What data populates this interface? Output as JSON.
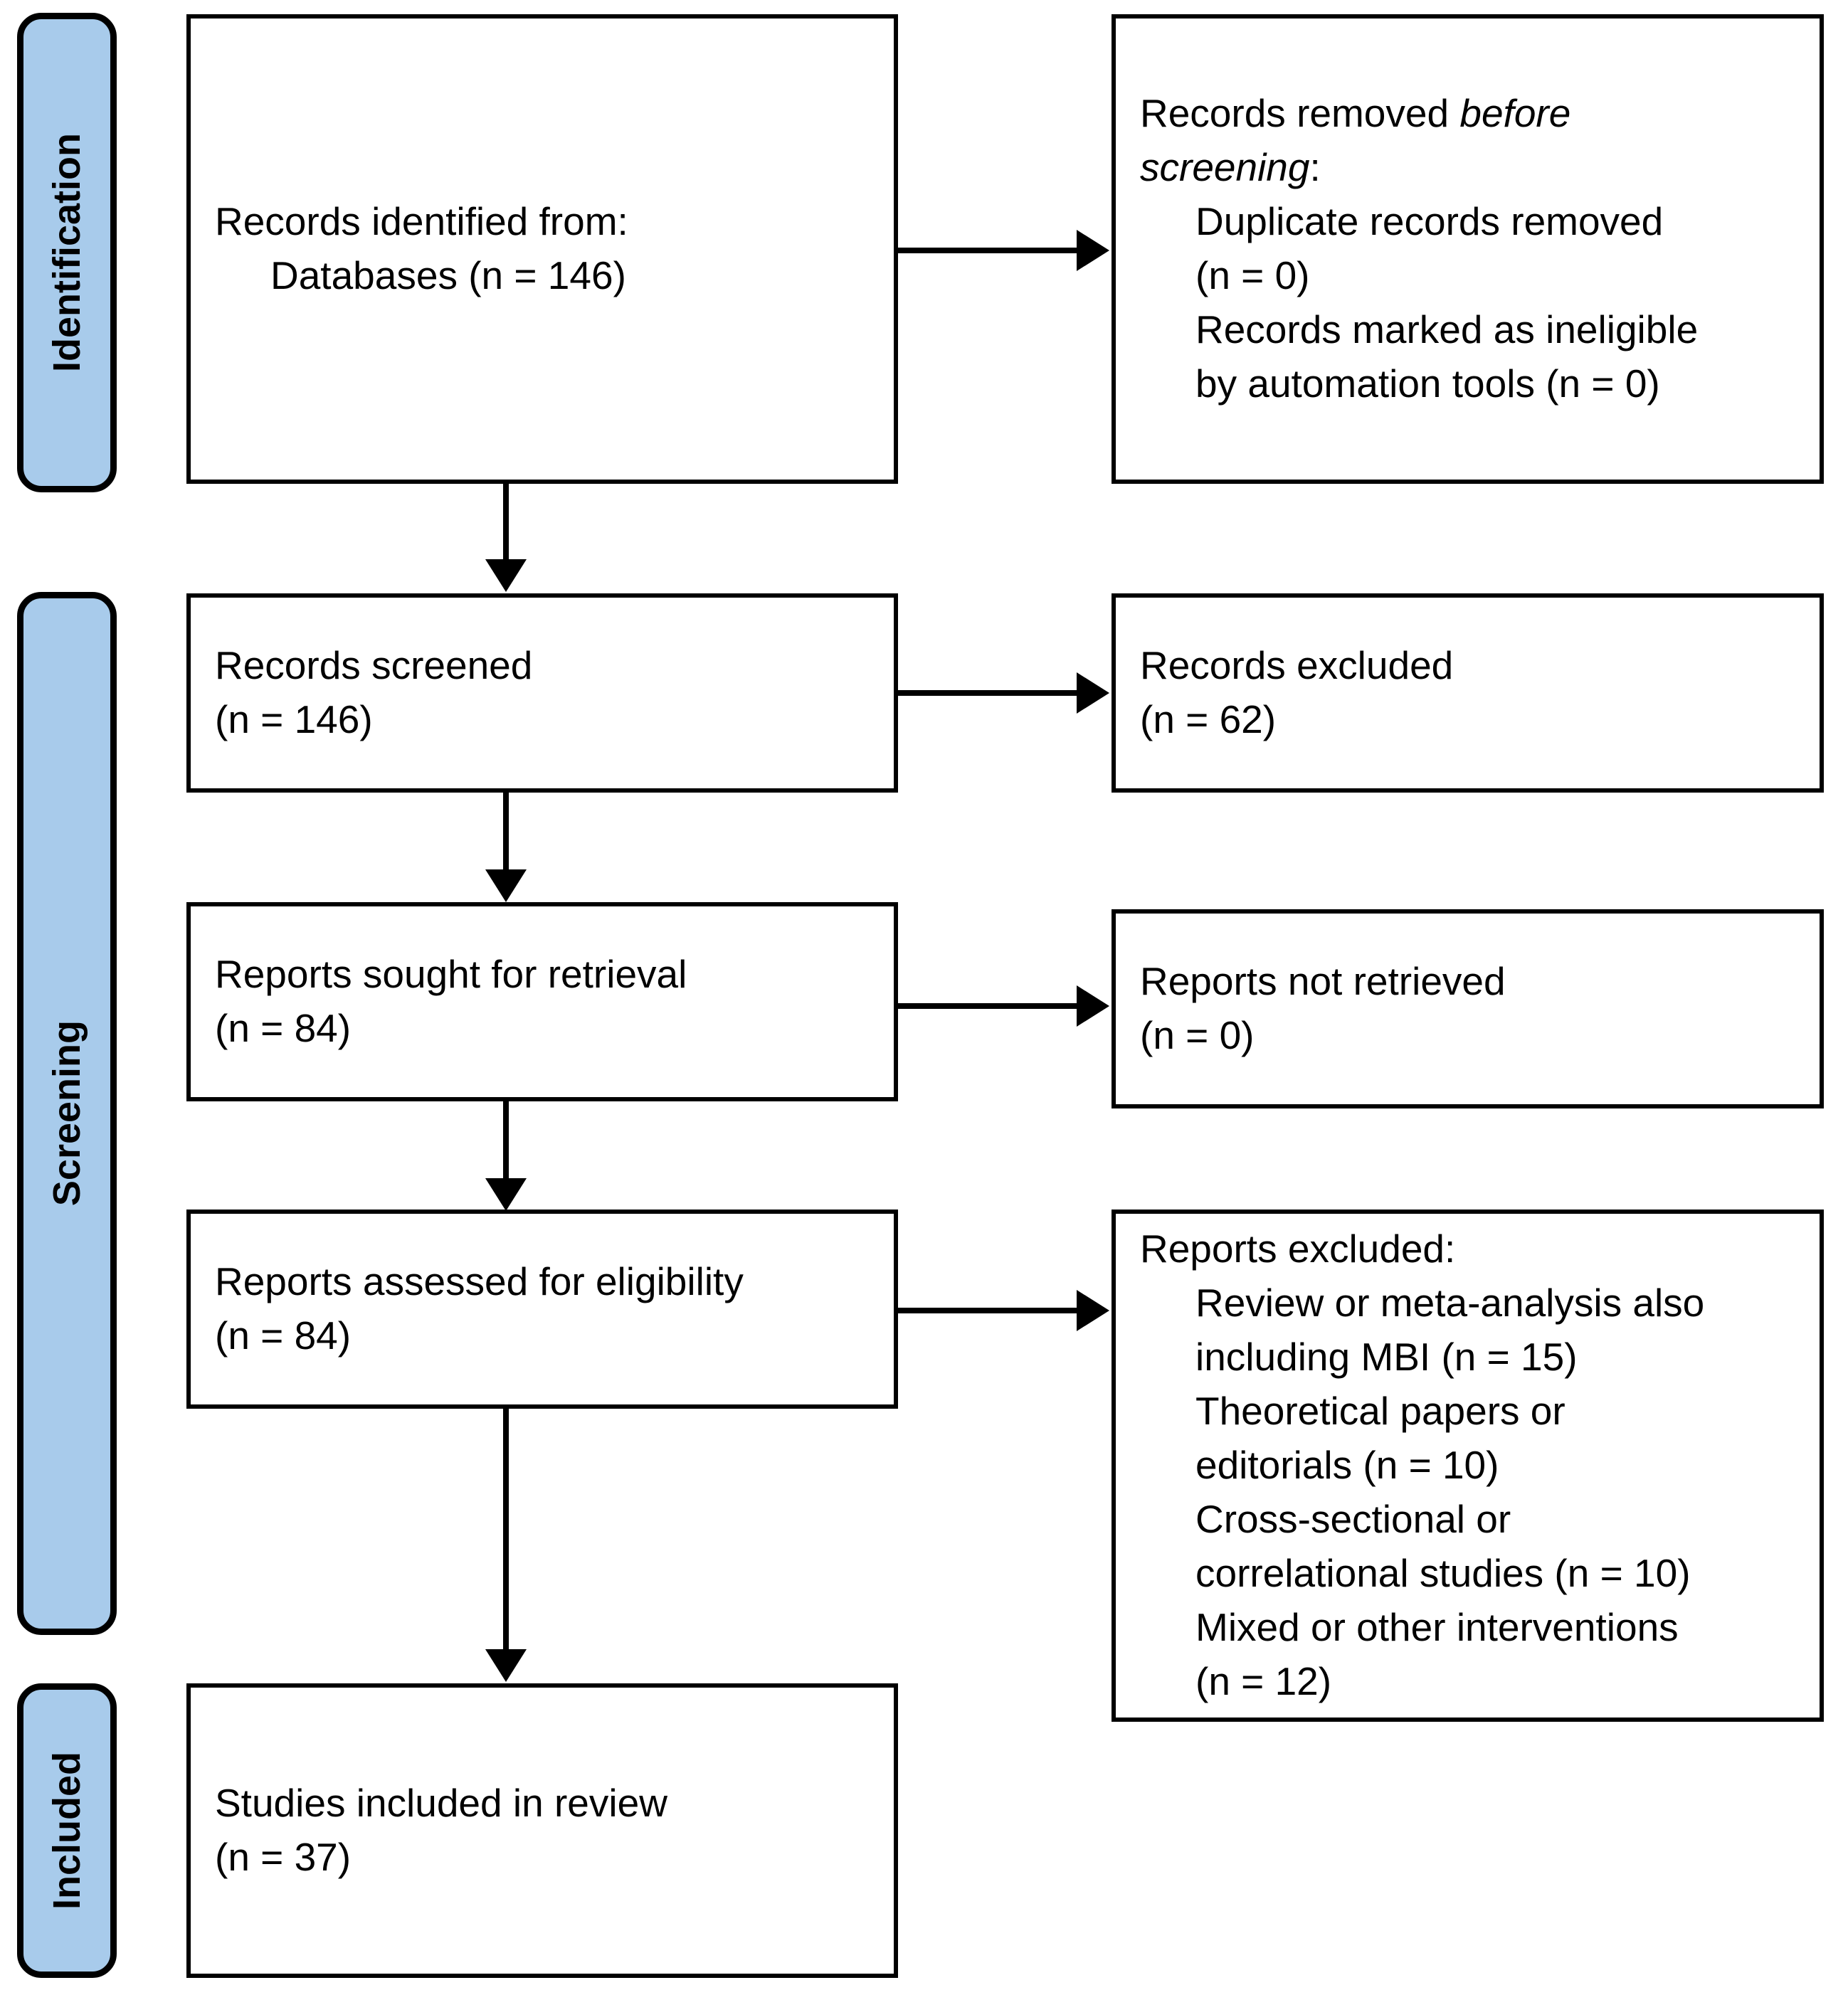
{
  "figure": {
    "type": "prisma-flow-diagram",
    "colors": {
      "stage_fill": "#a8cbeb",
      "stroke": "#000000",
      "box_fill": "#ffffff"
    }
  },
  "stages": [
    {
      "id": "identification",
      "label": "Identification"
    },
    {
      "id": "screening",
      "label": "Screening"
    },
    {
      "id": "included",
      "label": "Included"
    }
  ],
  "boxes": {
    "records_identified": {
      "line1": "Records identified from:",
      "line2": "Databases (n = 146)"
    },
    "records_removed": {
      "line1_plain": "Records removed ",
      "line1_italic": "before",
      "line2_italic": "screening",
      "line2_plain": ":",
      "line3": "Duplicate records removed",
      "line4": "(n = 0)",
      "line5": "Records marked as ineligible",
      "line6": "by automation tools (n = 0)"
    },
    "records_screened": {
      "line1": "Records screened",
      "line2": "(n = 146)"
    },
    "records_excluded": {
      "line1": "Records excluded",
      "line2": "(n = 62)"
    },
    "reports_sought": {
      "line1": "Reports sought for retrieval",
      "line2": "(n = 84)"
    },
    "reports_not_retrieved": {
      "line1": "Reports not retrieved",
      "line2": "(n = 0)"
    },
    "reports_assessed": {
      "line1": "Reports assessed for eligibility",
      "line2": "(n = 84)"
    },
    "reports_excluded": {
      "line1": "Reports excluded:",
      "line2": "Review or meta-analysis also",
      "line3": "including MBI (n = 15)",
      "line4": "Theoretical papers or",
      "line5": "editorials (n = 10)",
      "line6": "Cross-sectional or",
      "line7": "correlational studies (n = 10)",
      "line8": "Mixed or other interventions",
      "line9": "(n = 12)"
    },
    "studies_included": {
      "line1": "Studies included in review",
      "line2": "(n = 37)"
    }
  },
  "counts": {
    "identified_databases": 146,
    "duplicates_removed": 0,
    "ineligible_automation": 0,
    "screened": 146,
    "excluded_screening": 62,
    "sought_for_retrieval": 84,
    "not_retrieved": 0,
    "assessed_for_eligibility": 84,
    "excluded_review_meta_analysis": 15,
    "excluded_theoretical_editorial": 10,
    "excluded_cross_sectional": 10,
    "excluded_mixed_other": 12,
    "included_in_review": 37
  }
}
